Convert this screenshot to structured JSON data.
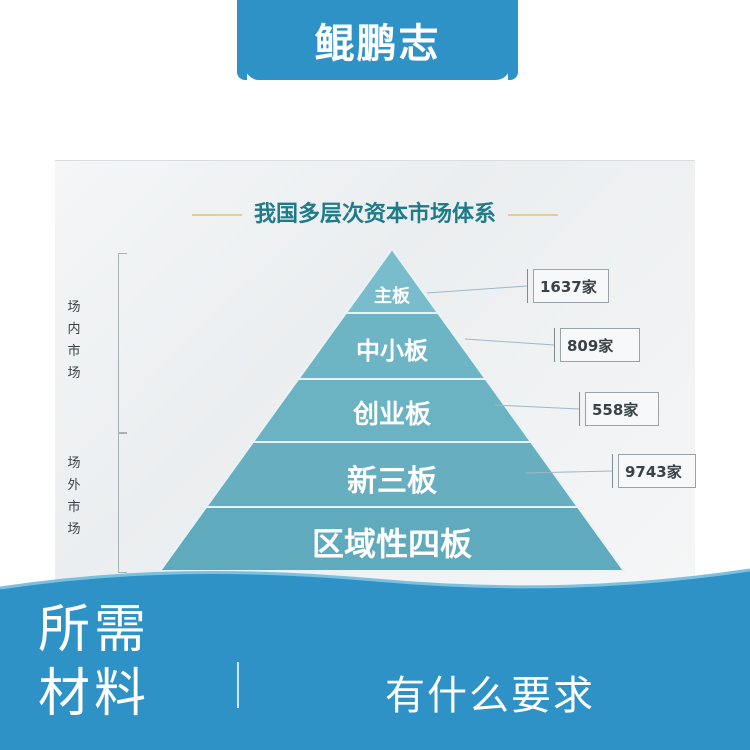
{
  "header": {
    "title": "鲲鹏志"
  },
  "figure": {
    "title": "我国多层次资本市场体系",
    "side_groups": [
      {
        "label": "场内市场"
      },
      {
        "label": "场外市场"
      }
    ],
    "tiers": [
      {
        "label": "主板",
        "count": "1637家"
      },
      {
        "label": "中小板",
        "count": "809家"
      },
      {
        "label": "创业板",
        "count": "558家"
      },
      {
        "label": "新三板",
        "count": "9743家"
      },
      {
        "label": "区域性四板",
        "count": ""
      }
    ],
    "colors": {
      "tier_top": "#6fb6c6",
      "tier_bottom": "#5aa8bc",
      "title": "#1f7b88"
    }
  },
  "footer": {
    "left_text": "所需材料",
    "right_text": "有什么要求",
    "band_color": "#2e92c6"
  }
}
